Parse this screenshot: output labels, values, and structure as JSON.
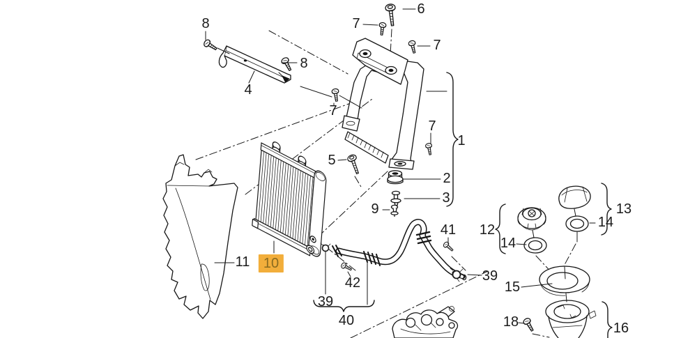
{
  "diagram": {
    "background": "#ffffff",
    "line_color": "#161616",
    "highlight": {
      "background": "#F2AE3B",
      "text": "#8A6B1F"
    },
    "highlighted_part": "10",
    "callouts": [
      {
        "text": "8",
        "highlighted": false
      },
      {
        "text": "4",
        "highlighted": false
      },
      {
        "text": "8",
        "highlighted": false
      },
      {
        "text": "7",
        "highlighted": false
      },
      {
        "text": "6",
        "highlighted": false
      },
      {
        "text": "7",
        "highlighted": false
      },
      {
        "text": "7",
        "highlighted": false
      },
      {
        "text": "1",
        "highlighted": false
      },
      {
        "text": "7",
        "highlighted": false
      },
      {
        "text": "5",
        "highlighted": false
      },
      {
        "text": "2",
        "highlighted": false
      },
      {
        "text": "3",
        "highlighted": false
      },
      {
        "text": "9",
        "highlighted": false
      },
      {
        "text": "10",
        "highlighted": true
      },
      {
        "text": "11",
        "highlighted": false
      },
      {
        "text": "41",
        "highlighted": false
      },
      {
        "text": "12",
        "highlighted": false
      },
      {
        "text": "14",
        "highlighted": false
      },
      {
        "text": "13",
        "highlighted": false
      },
      {
        "text": "14",
        "highlighted": false
      },
      {
        "text": "39",
        "highlighted": false
      },
      {
        "text": "15",
        "highlighted": false
      },
      {
        "text": "42",
        "highlighted": false
      },
      {
        "text": "39",
        "highlighted": false
      },
      {
        "text": "40",
        "highlighted": false
      },
      {
        "text": "18",
        "highlighted": false
      },
      {
        "text": "16",
        "highlighted": false
      }
    ]
  }
}
